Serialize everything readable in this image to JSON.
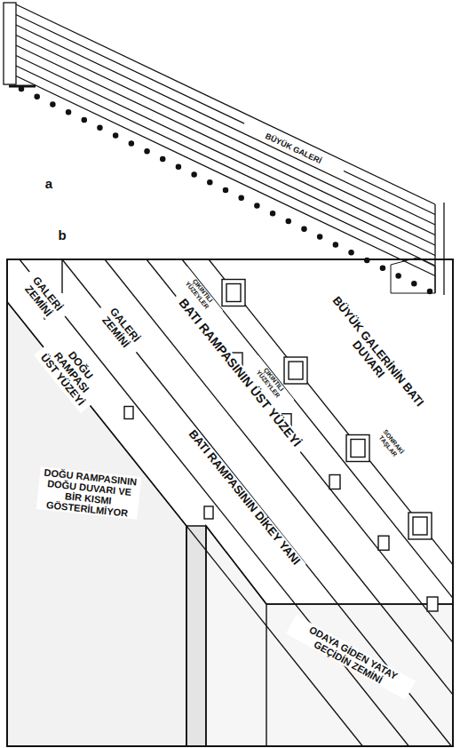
{
  "diagram": {
    "labels": [
      "BÜYÜK GALERİ",
      "a",
      "b",
      "GALERİ ZEMİNİ",
      "GALERİ ZEMİNİ",
      "DOĞU RAMPASI ÜST YÜZEYİ",
      "BATI RAMPASININ ÜST YÜZEYİ",
      "ÇIKINTILI YÜZEYLER",
      "ÇIKINTILI YÜZEYLER",
      "BÜYÜK GALERİNİN BATI DUVARI",
      "SONRAKİ TAŞLAR",
      "BATI RAMPASININ DİKEY YANI",
      "DOĞU RAMPASININ DOĞU DUVARI VE BİR KISMI GÖSTERİLMİYOR",
      "ODAYA GİDEN YATAY GEÇİDİN ZEMİNİ"
    ]
  }
}
